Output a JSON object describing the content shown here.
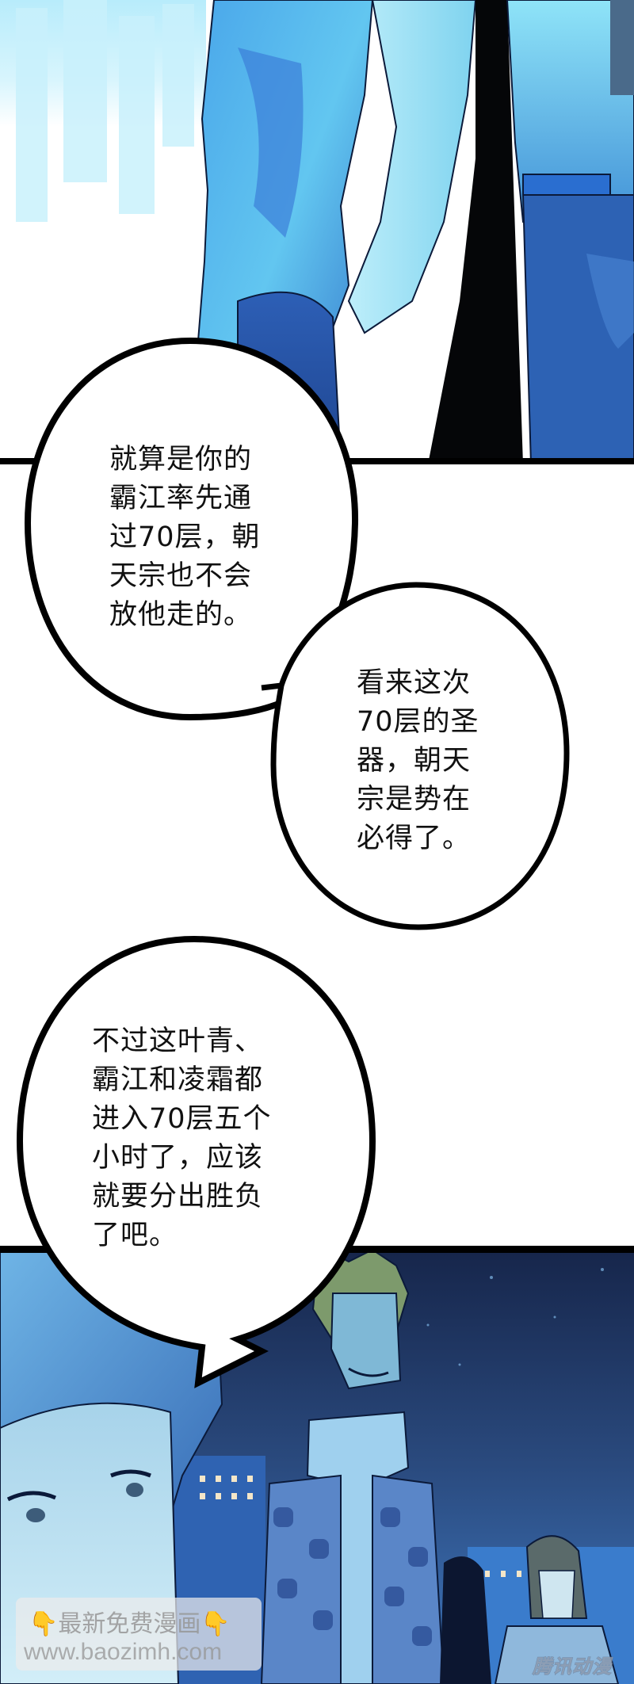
{
  "comic": {
    "panels": [
      {
        "id": "panel-top",
        "description": "close-up of two figures' torsos in blue shirts, hands in pockets, light city background"
      },
      {
        "id": "panel-bottom",
        "description": "night scene with blue-haired youth in foreground, green-haired man in checkered jacket and scarf, woman with ponytail, city buildings"
      }
    ],
    "bubbles": [
      {
        "id": "bubble-1",
        "lines": [
          "就算是你的",
          "霸江率先通",
          "过70层，朝",
          "天宗也不会",
          "放他走的。"
        ]
      },
      {
        "id": "bubble-2",
        "lines": [
          "看来这次",
          "70层的圣",
          "器，朝天",
          "宗是势在",
          "必得了。"
        ]
      },
      {
        "id": "bubble-3",
        "lines": [
          "不过这叶青、",
          "霸江和凌霜都",
          "进入70层五个",
          "小时了，应该",
          "就要分出胜负",
          "了吧。"
        ]
      }
    ],
    "bubble_text": {
      "b1": "就算是你的\n霸江率先通\n过70层，朝\n天宗也不会\n放他走的。",
      "b2": "看来这次\n70层的圣\n器，朝天\n宗是势在\n必得了。",
      "b3": "不过这叶青、\n霸江和凌霜都\n进入70层五个\n小时了，应该\n就要分出胜负\n了吧。"
    },
    "watermark": {
      "icon_left": "👇",
      "text": "最新免费漫画",
      "icon_right": "👇",
      "url": "www.baozimh.com"
    },
    "publisher_logo": "腾讯动漫",
    "colors": {
      "border": "#000000",
      "bubble_fill": "#ffffff",
      "shirt_light": "#5ec3ee",
      "shirt_dark": "#2a55b8",
      "night_sky": "#1f3560",
      "building": "#2a5fb0",
      "window_light": "#f4e6c8"
    }
  }
}
